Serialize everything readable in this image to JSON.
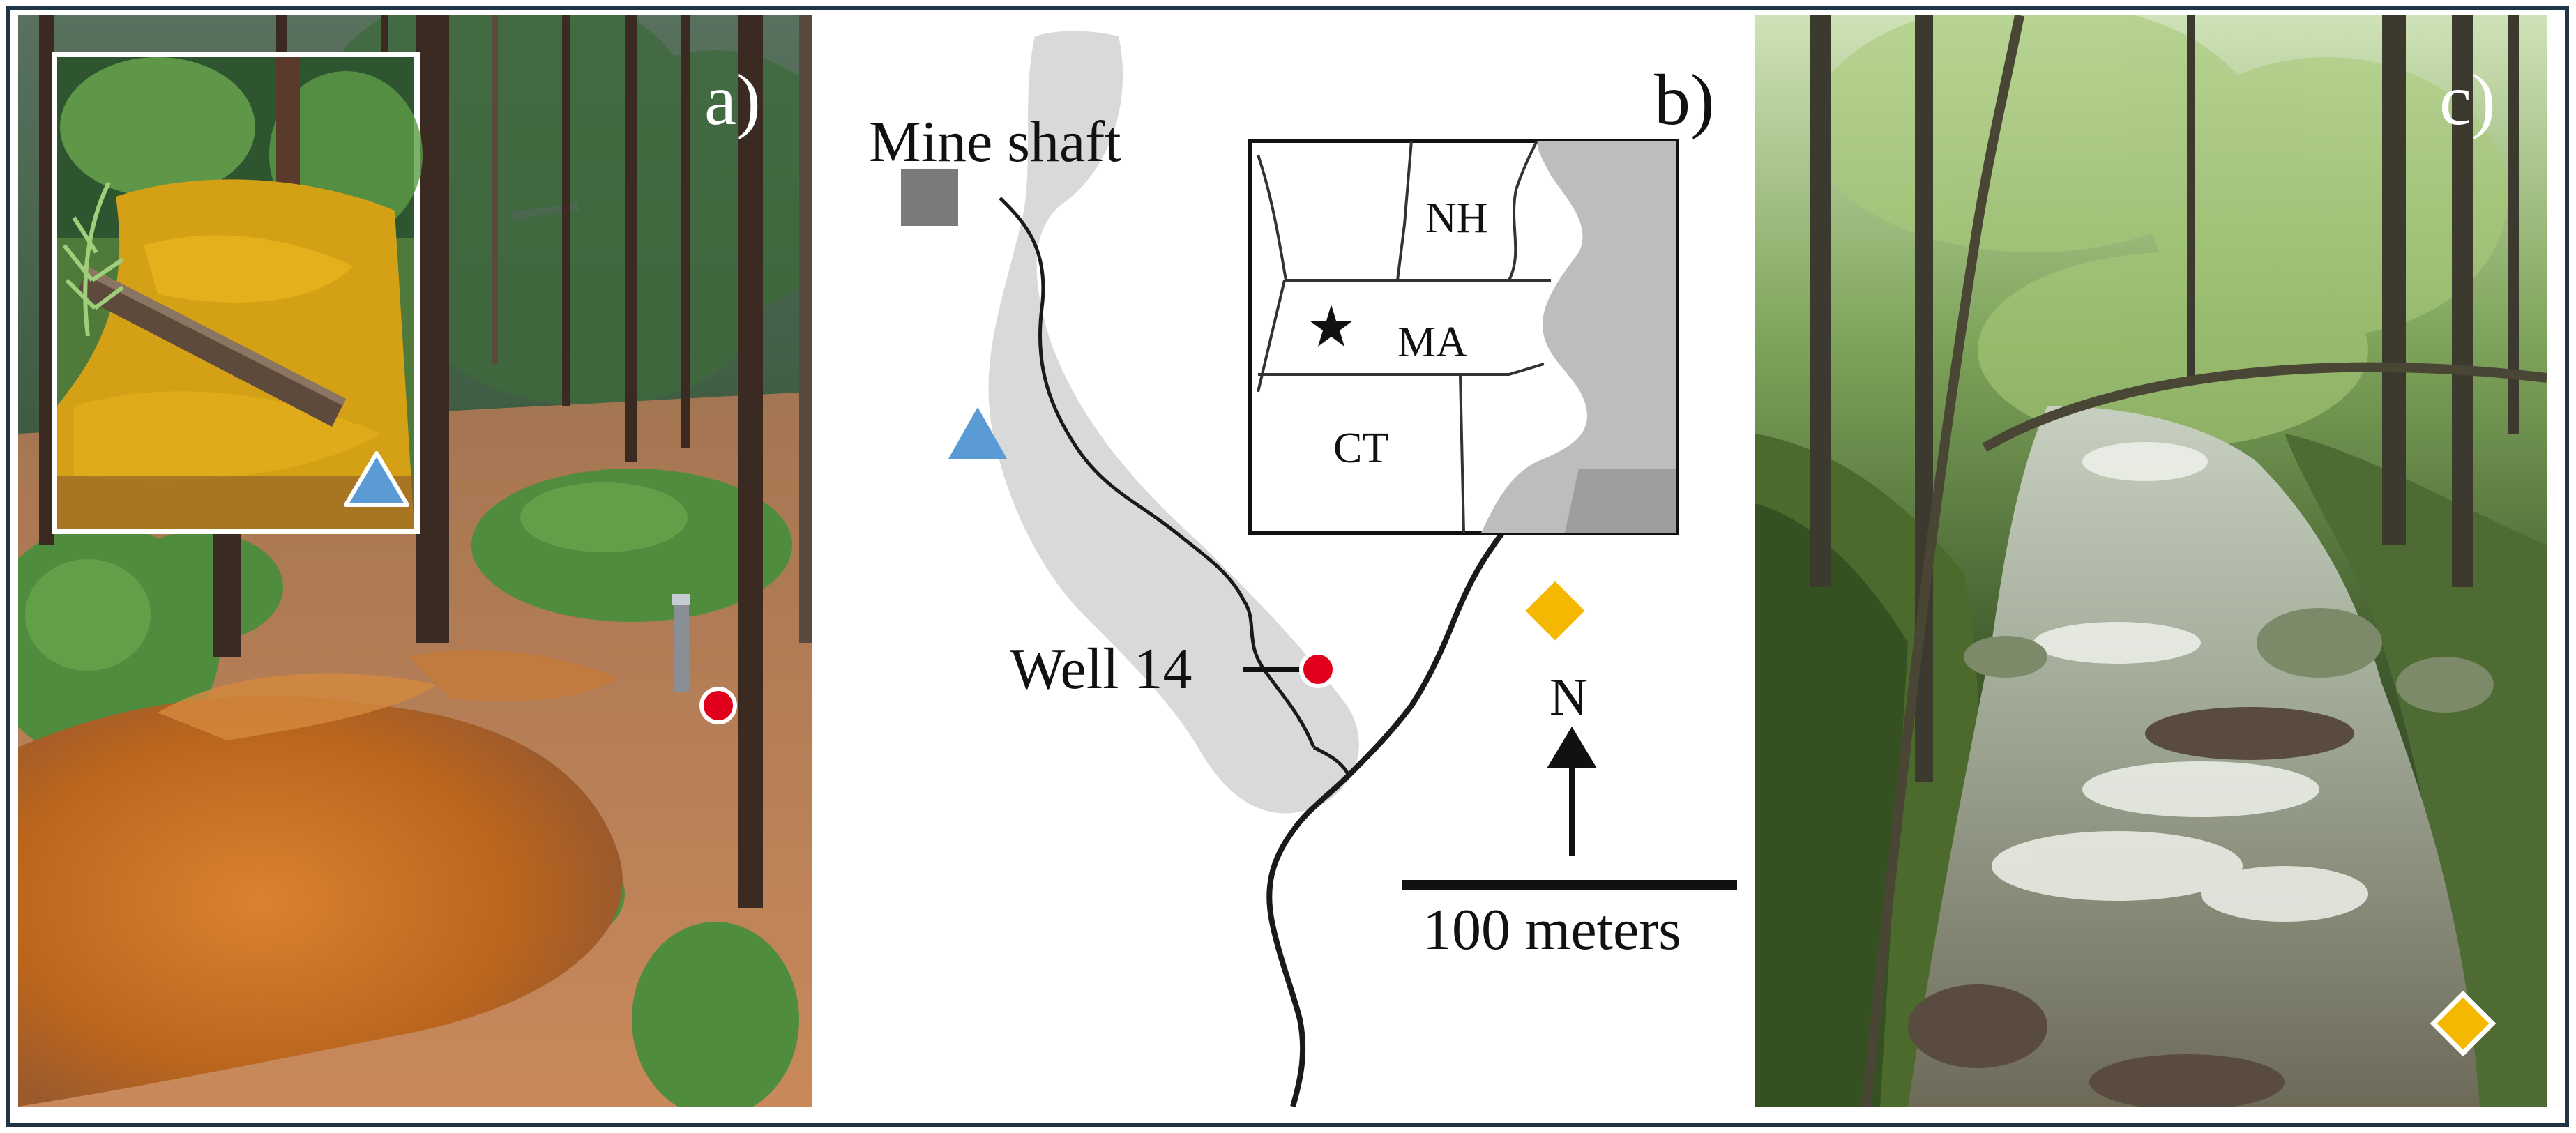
{
  "panels": {
    "a": {
      "label": "a)"
    },
    "b": {
      "label": "b)",
      "mine_shaft_label": "Mine shaft",
      "well_label": "Well 14",
      "north_label": "N",
      "scale_label": "100 meters",
      "inset": {
        "states": [
          "NH",
          "MA",
          "CT"
        ]
      }
    },
    "c": {
      "label": "c)"
    }
  },
  "colors": {
    "mine_shaft": "#7a7a7a",
    "triangle": "#5b9bd5",
    "well": "#e0001b",
    "diamond": "#f5b800",
    "plume": "#d9d9d9",
    "frame": "#1f3447"
  }
}
